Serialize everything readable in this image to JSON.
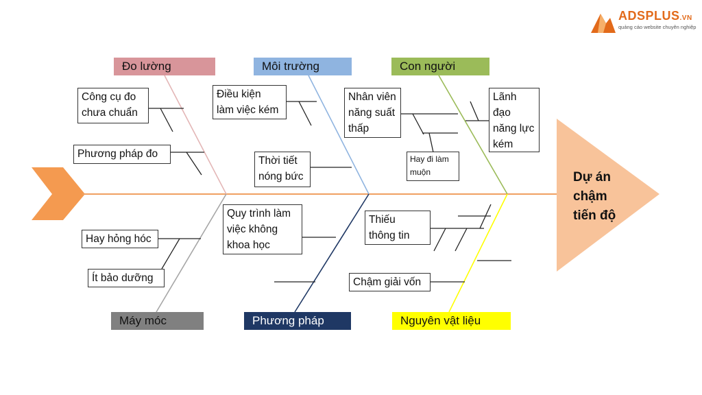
{
  "logo": {
    "name": "ADSPLUS",
    "suffix": ".VN",
    "tagline": "quảng cáo website chuyên nghiệp",
    "color": "#e26a1a"
  },
  "effect": {
    "label": "Dự án\nchậm\ntiến độ",
    "color": "#f8c39a"
  },
  "tail_color": "#f49a50",
  "spine_color": "#f0a060",
  "categories": [
    {
      "label": "Đo lường",
      "fill": "#d8959a",
      "text_color": "#111111",
      "line": "#e3b6b6"
    },
    {
      "label": "Môi trường",
      "fill": "#8fb4e0",
      "text_color": "#111111",
      "line": "#8fb4e0"
    },
    {
      "label": "Con người",
      "fill": "#9bbb59",
      "text_color": "#111111",
      "line": "#9bbb59"
    },
    {
      "label": "Máy móc",
      "fill": "#808080",
      "text_color": "#111111",
      "line": "#a6a6a6"
    },
    {
      "label": "Phương pháp",
      "fill": "#1f3864",
      "text_color": "#ffffff",
      "line": "#1f3864"
    },
    {
      "label": "Nguyên vật liệu",
      "fill": "#ffff00",
      "text_color": "#111111",
      "line": "#ffff00"
    }
  ],
  "causes": [
    {
      "label": "Công cụ đo\nchưa chuẩn"
    },
    {
      "label": "Phương pháp đo"
    },
    {
      "label": "Điều kiện\nlàm việc kém"
    },
    {
      "label": "Thời tiết\nnóng bức"
    },
    {
      "label": "Nhân viên\nnăng suất\nthấp"
    },
    {
      "label": "Hay đi làm\nmuộn"
    },
    {
      "label": "Lãnh\nđạo\nnăng lực\nkém"
    },
    {
      "label": "Hay hỏng hóc"
    },
    {
      "label": "Ít bảo dưỡng"
    },
    {
      "label": "Quy trình làm\nviệc không\nkhoa học"
    },
    {
      "label": "Thiếu\nthông tin"
    },
    {
      "label": "Chậm giải vốn"
    }
  ]
}
